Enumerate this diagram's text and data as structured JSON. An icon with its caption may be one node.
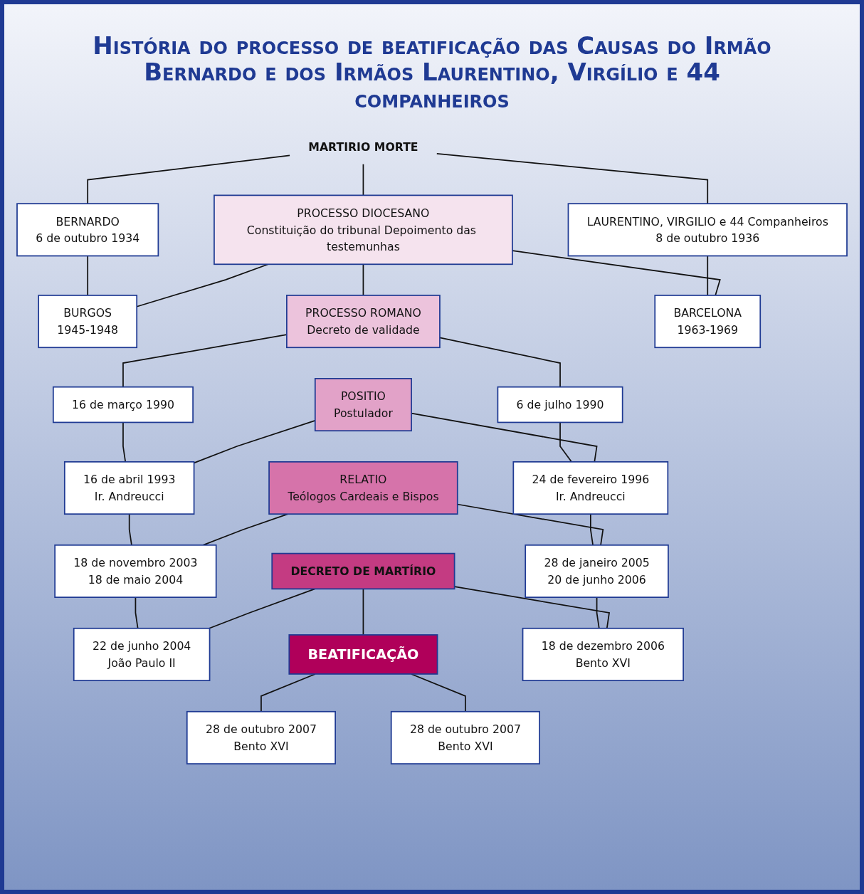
{
  "diagram": {
    "title": "História do processo de beatificação das Causas do Irmão Bernardo e dos Irmãos Laurentino, Virgílio e 44 companheiros",
    "nodes": [
      {
        "text": [
          "BERNARDO",
          "6 de outubro 1934"
        ]
      },
      {
        "text": [
          "MARTIRIO MORTE"
        ]
      },
      {
        "text": [
          "LAURENTINO, VIRGILIO e 44 Companheiros",
          "8 de outubro 1936"
        ]
      },
      {
        "text": [
          "BURGOS",
          "1945-1948"
        ]
      },
      {
        "text": [
          "PROCESSO DIOCESANO",
          "Constituição do tribunal Depoimento das testemunhas"
        ]
      },
      {
        "text": [
          "BARCELONA",
          "1963-1969"
        ]
      },
      {
        "text": [
          "16 de março 1990"
        ]
      },
      {
        "text": [
          "PROCESSO ROMANO",
          "Decreto de validade"
        ]
      },
      {
        "text": [
          "6 de julho 1990"
        ]
      },
      {
        "text": [
          "16 de abril 1993",
          "Ir. Andreucci"
        ]
      },
      {
        "text": [
          "POSITIO",
          "Postulador"
        ]
      },
      {
        "text": [
          "24 de fevereiro 1996",
          "Ir. Andreucci"
        ]
      },
      {
        "text": [
          "18 de novembro 2003",
          "18 de maio 2004"
        ]
      },
      {
        "text": [
          "RELATIO",
          "Teólogos Cardeais e Bispos"
        ]
      },
      {
        "text": [
          "28 de janeiro 2005",
          "20 de junho 2006"
        ]
      },
      {
        "text": [
          "22 de junho 2004",
          "João Paulo II"
        ]
      },
      {
        "text": [
          "DECRETO DE MARTÍRIO"
        ]
      },
      {
        "text": [
          "18 de dezembro 2006",
          "Bento XVI"
        ]
      },
      {
        "text": [
          "28 de outubro 2007",
          "Bento XVI"
        ]
      },
      {
        "text": [
          "BEATIFICAÇÃO"
        ]
      },
      {
        "text": [
          "28 de outubro 2007",
          "Bento XVI"
        ]
      }
    ],
    "edges": [
      {
        "from": 1,
        "to": 0,
        "arrow": "none"
      },
      {
        "from": 1,
        "to": 2,
        "arrow": "none"
      },
      {
        "from": 1,
        "to": 4,
        "arrow": "none"
      },
      {
        "from": 0,
        "to": 3,
        "arrow": "none"
      },
      {
        "from": 2,
        "to": 5,
        "arrow": "none"
      },
      {
        "from": 4,
        "to": 3,
        "arrow": "none"
      },
      {
        "from": 4,
        "to": 5,
        "arrow": "none"
      },
      {
        "from": 4,
        "to": 7,
        "arrow": "none"
      },
      {
        "from": 7,
        "to": 6,
        "arrow": "none"
      },
      {
        "from": 7,
        "to": 8,
        "arrow": "none"
      },
      {
        "from": 6,
        "to": 9,
        "arrow": "none"
      },
      {
        "from": 8,
        "to": 11,
        "arrow": "none"
      },
      {
        "from": 10,
        "to": 9,
        "arrow": "none"
      },
      {
        "from": 10,
        "to": 11,
        "arrow": "none"
      },
      {
        "from": 9,
        "to": 12,
        "arrow": "none"
      },
      {
        "from": 11,
        "to": 14,
        "arrow": "none"
      },
      {
        "from": 13,
        "to": 12,
        "arrow": "none"
      },
      {
        "from": 13,
        "to": 14,
        "arrow": "none"
      },
      {
        "from": 12,
        "to": 15,
        "arrow": "none"
      },
      {
        "from": 14,
        "to": 17,
        "arrow": "none"
      },
      {
        "from": 16,
        "to": 15,
        "arrow": "none"
      },
      {
        "from": 16,
        "to": 17,
        "arrow": "none"
      },
      {
        "from": 16,
        "to": 19,
        "arrow": "none"
      },
      {
        "from": 19,
        "to": 18,
        "arrow": "none"
      },
      {
        "from": 19,
        "to": 20,
        "arrow": "none"
      }
    ]
  }
}
